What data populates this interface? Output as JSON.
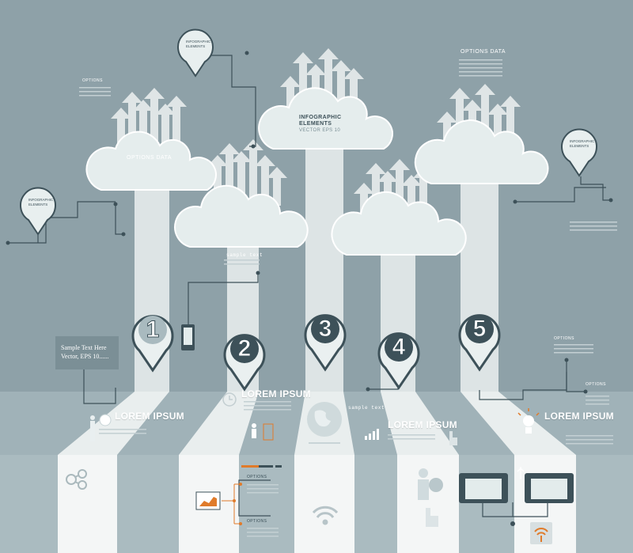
{
  "title": {
    "line1": "INFOGRAPHIC",
    "line2": "ELEMENTS",
    "line3": "VECTOR EPS 10"
  },
  "clouds": {
    "options_label_1": "OPTIONS DATA",
    "options_label_2": "OPTIONS DATA",
    "sample_text_tag": "sample text"
  },
  "pins": [
    {
      "number": "1"
    },
    {
      "number": "2"
    },
    {
      "number": "3"
    },
    {
      "number": "4"
    },
    {
      "number": "5"
    }
  ],
  "side_pins": {
    "left_line1": "INFOGRAPHIC",
    "left_line2": "ELEMENTS",
    "top_line1": "INFOGRAPHIC",
    "top_line2": "ELEMENTS",
    "right_line1": "INFOGRAPHIC",
    "right_line2": "ELEMENTS"
  },
  "labels": {
    "lorem_1": "LOREM IPSUM",
    "lorem_2": "LOREM IPSUM",
    "lorem_3": "LOREM IPSUM",
    "lorem_4": "LOREM IPSUM",
    "options_top_left": "OPTIONS",
    "options_right_1": "OPTIONS",
    "options_right_2": "OPTIONS",
    "options_chart_1": "OPTIONS",
    "options_chart_2": "OPTIONS",
    "sample_text_small": "sample text"
  },
  "sample_box": {
    "line1": "Sample Text Here",
    "line2": "Vector, EPS 10......"
  },
  "icons": {
    "share": "share-icon",
    "globe": "globe-icon",
    "wifi": "wifi-icon",
    "phone": "mobile-phone-icon",
    "clock": "clock-icon",
    "bulb": "lightbulb-icon",
    "laptop": "laptop-icon",
    "tablet": "tablet-icon",
    "usb": "usb-icon",
    "signal": "signal-icon",
    "money": "money-icon"
  },
  "colors": {
    "background": "#8ea1a8",
    "cloud": "#e8f0f0",
    "column": "#e3e9ea",
    "pin_ring": "#3d5159",
    "accent_orange": "#e07b2a"
  }
}
